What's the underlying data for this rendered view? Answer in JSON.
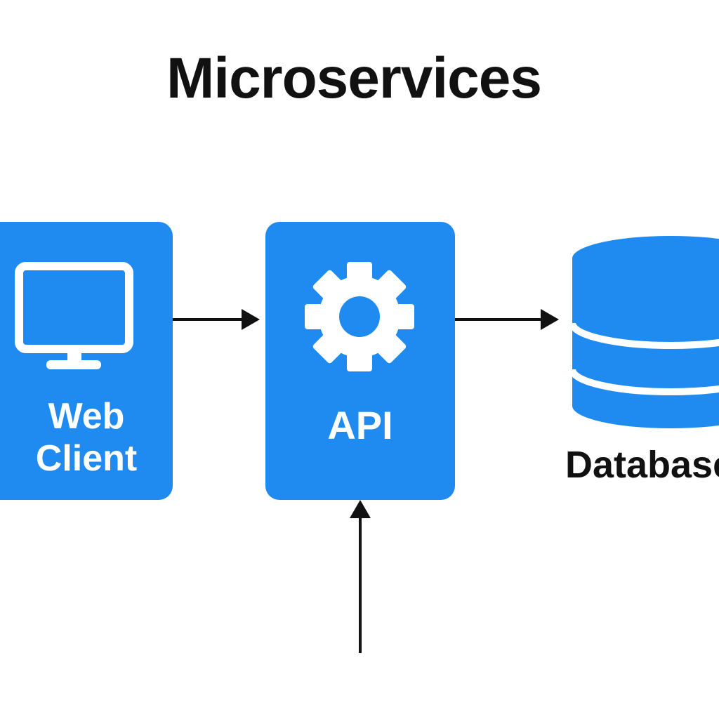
{
  "title": "Microservices",
  "nodes": {
    "web_client": {
      "label_line1": "Web",
      "label_line2": "Client",
      "icon": "monitor-icon"
    },
    "api": {
      "label": "API",
      "icon": "gear-icon"
    },
    "database": {
      "label": "Database",
      "icon": "database-icon"
    }
  },
  "colors": {
    "node_fill": "#1f8bf0",
    "arrow": "#111111",
    "text_dark": "#111111",
    "text_light": "#ffffff"
  }
}
